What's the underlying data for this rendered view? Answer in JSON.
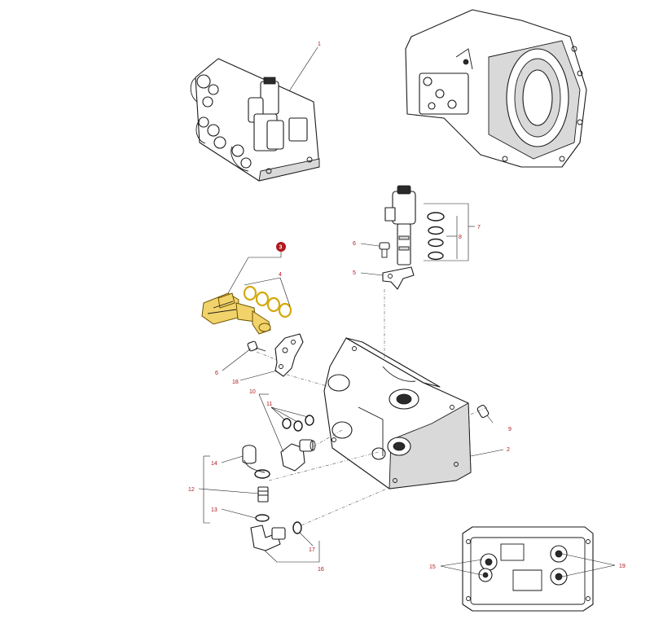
{
  "callouts": [
    {
      "id": "c1",
      "label": "1"
    },
    {
      "id": "c2",
      "label": "2"
    },
    {
      "id": "c3",
      "label": "3",
      "highlighted": true
    },
    {
      "id": "c4",
      "label": "4"
    },
    {
      "id": "c5",
      "label": "5"
    },
    {
      "id": "c6a",
      "label": "6"
    },
    {
      "id": "c6b",
      "label": "6"
    },
    {
      "id": "c7",
      "label": "7"
    },
    {
      "id": "c8",
      "label": "8"
    },
    {
      "id": "c9",
      "label": "9"
    },
    {
      "id": "c10",
      "label": "10"
    },
    {
      "id": "c11",
      "label": "11"
    },
    {
      "id": "c12",
      "label": "12"
    },
    {
      "id": "c13",
      "label": "13"
    },
    {
      "id": "c14",
      "label": "14"
    },
    {
      "id": "c15",
      "label": "15"
    },
    {
      "id": "c16",
      "label": "16"
    },
    {
      "id": "c17",
      "label": "17"
    },
    {
      "id": "c18",
      "label": "18"
    },
    {
      "id": "c19",
      "label": "19"
    }
  ],
  "colors": {
    "callout_text": "#b0181e",
    "badge_fill": "#b0181e",
    "highlight_fill": "#f2d36b",
    "highlight_ring": "#d4a90f",
    "line": "#1a1a1a"
  }
}
